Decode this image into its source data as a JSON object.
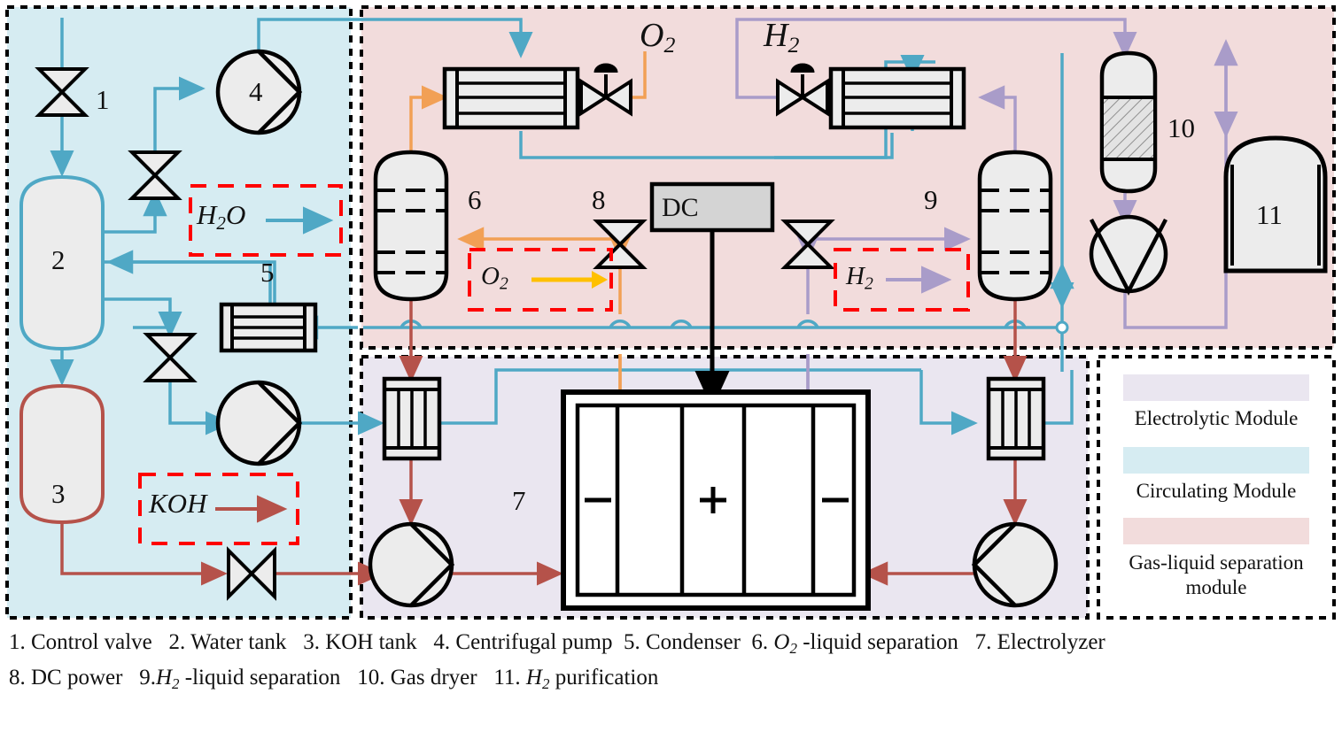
{
  "title": "Alkaline water electrolysis hydrogen production system flow diagram",
  "modules": [
    {
      "id": "circulating",
      "label": "Circulating Module",
      "color": "#d6ecf2"
    },
    {
      "id": "gas_liquid",
      "label": "Gas-liquid separation module",
      "color": "#f2dcdc"
    },
    {
      "id": "electrolytic",
      "label": "Electrolytic Module",
      "color": "#eae6f0"
    }
  ],
  "legend": {
    "items": [
      {
        "label": "Electrolytic Module",
        "swatch": "#eae6f0"
      },
      {
        "label": "Circulating Module",
        "swatch": "#d6ecf2"
      },
      {
        "label": "Gas-liquid separation module",
        "swatch": "#f2dcdc"
      }
    ]
  },
  "flow_legend": [
    {
      "id": "h2o",
      "text": "H2O",
      "color": "#4fa8c5",
      "box_color": "#ff0000"
    },
    {
      "id": "koh",
      "text": "KOH",
      "color": "#b5524a",
      "box_color": "#ff0000"
    },
    {
      "id": "o2",
      "text": "O2",
      "color": "#ffc000",
      "box_color": "#ff0000"
    },
    {
      "id": "h2",
      "text": "H2",
      "color": "#a99cc9",
      "box_color": "#ff0000"
    }
  ],
  "stream_colors": {
    "water": "#4fa8c5",
    "koh": "#b5524a",
    "oxygen": "#f2a055",
    "hydrogen": "#a99cc9",
    "power": "#000000",
    "o2_legend_arrow": "#ffc000"
  },
  "equipment_numbers": {
    "n1": "1",
    "n2": "2",
    "n3": "3",
    "n4": "4",
    "n5": "5",
    "n6": "6",
    "n7": "7",
    "n8": "8",
    "n9": "9",
    "n10": "10",
    "n11": "11"
  },
  "gas_labels": {
    "o2": "O2",
    "h2": "H2"
  },
  "dc_power": {
    "label": "DC"
  },
  "electrolyzer": {
    "electrodes": [
      "−",
      "+",
      "−"
    ]
  },
  "caption": {
    "line1": "1. Control valve   2. Water tank   3. KOH tank   4. Centrifugal pump  5. Condenser  6. O2 -liquid separation   7. Electrolyzer",
    "line2": "8. DC power   9. H2 -liquid separation   10. Gas dryer   11. H2 purification",
    "items": [
      {
        "num": "1.",
        "name": "Control valve"
      },
      {
        "num": "2.",
        "name": "Water tank"
      },
      {
        "num": "3.",
        "name": "KOH tank"
      },
      {
        "num": "4.",
        "name": "Centrifugal pump"
      },
      {
        "num": "5.",
        "name": "Condenser"
      },
      {
        "num": "6.",
        "name": "O2-liquid separation"
      },
      {
        "num": "7.",
        "name": "Electrolyzer"
      },
      {
        "num": "8.",
        "name": "DC power"
      },
      {
        "num": "9.",
        "name": "H2-liquid separation"
      },
      {
        "num": "10.",
        "name": "Gas dryer"
      },
      {
        "num": "11.",
        "name": "H2 purification"
      }
    ]
  }
}
